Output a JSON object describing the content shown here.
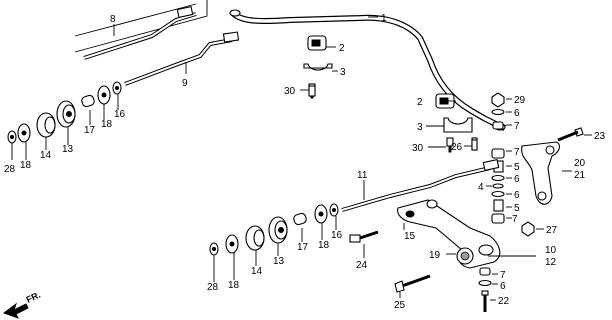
{
  "front_label": "FR.",
  "callouts": {
    "n1": "1",
    "n2a": "2",
    "n2b": "2",
    "n3a": "3",
    "n3b": "3",
    "n4": "4",
    "n5a": "5",
    "n5b": "5",
    "n6a": "6",
    "n6b": "6",
    "n6c": "6",
    "n6d": "6",
    "n7a": "7",
    "n7b": "7",
    "n7c": "7",
    "n7d": "7",
    "n8": "8",
    "n9": "9",
    "n10": "10",
    "n11": "11",
    "n12": "12",
    "n13a": "13",
    "n13b": "13",
    "n14a": "14",
    "n14b": "14",
    "n15": "15",
    "n16a": "16",
    "n16b": "16",
    "n17a": "17",
    "n17b": "17",
    "n18a": "18",
    "n18b": "18",
    "n18c": "18",
    "n19": "19",
    "n20": "20",
    "n21": "21",
    "n22": "22",
    "n23": "23",
    "n24": "24",
    "n25": "25",
    "n26": "26",
    "n27": "27",
    "n28a": "28",
    "n28b": "28",
    "n29": "29",
    "n30a": "30",
    "n30b": "30"
  }
}
